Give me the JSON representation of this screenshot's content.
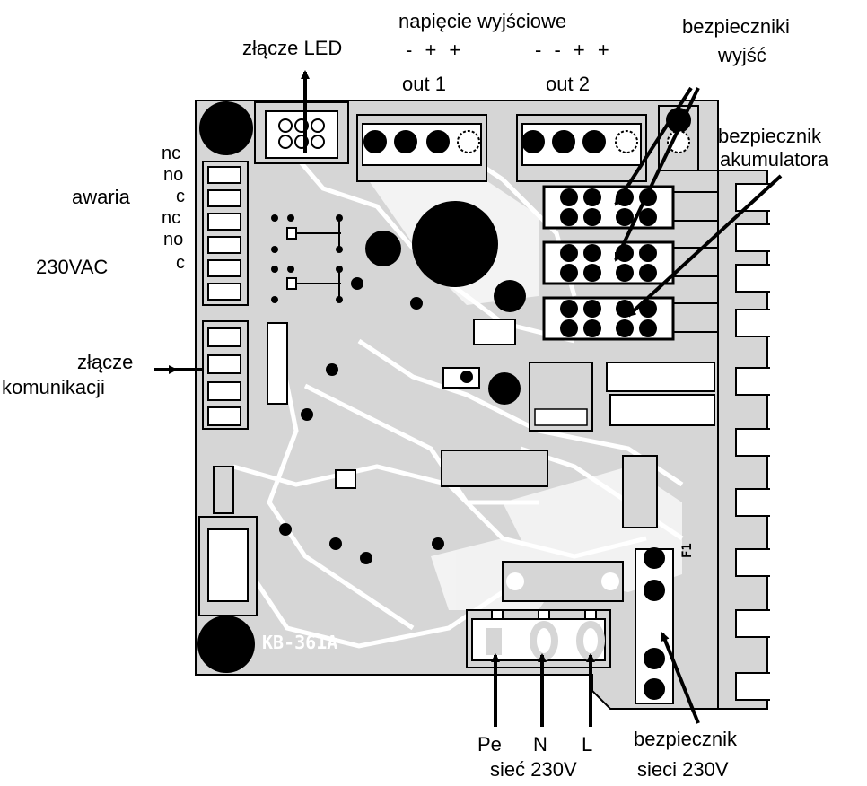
{
  "labels": {
    "led_connector": "złącze LED",
    "output_voltage": "napięcie wyjściowe",
    "out1_polarity": "-  +  +",
    "out2_polarity": "-  -  +  +",
    "out1": "out 1",
    "out2": "out 2",
    "output_fuses_line1": "bezpieczniki",
    "output_fuses_line2": "wyjść",
    "battery_fuse_line1": "bezpiecznik",
    "battery_fuse_line2": "akumulatora",
    "failure": "awaria",
    "voltage_230vac": "230VAC",
    "relay_pins": [
      "nc",
      "no",
      "c",
      "nc",
      "no",
      "c"
    ],
    "comm_line1": "złącze",
    "comm_line2": "komunikacji",
    "board_id": "KB-361A",
    "fuse_id": "F1",
    "pe": "Pe",
    "n": "N",
    "l": "L",
    "mains": "sieć 230V",
    "mains_fuse_line1": "bezpiecznik",
    "mains_fuse_line2": "sieci 230V"
  },
  "colors": {
    "board": "#d6d6d6",
    "trace": "#ffffff",
    "ink": "#000000"
  }
}
